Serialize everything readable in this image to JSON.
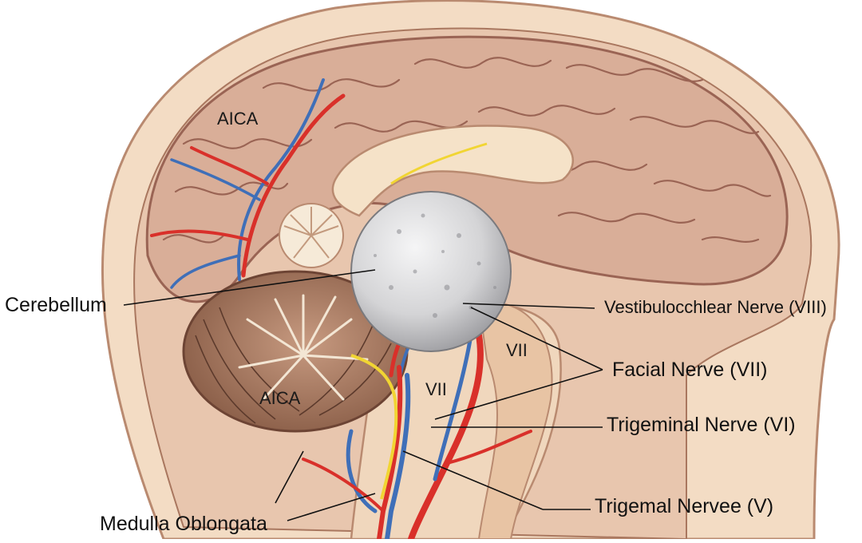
{
  "labels": {
    "cerebellum": "Cerebellum",
    "medulla": "Medulla Oblongata",
    "vestibulocochlear": "Vestibulocchlear Nerve (VIII)",
    "facial": "Facial Nerve (VII)",
    "trigeminal_vi": "Trigeminal Nerve (VI)",
    "trigemal_v": "Trigemal Nervee (V)",
    "aica_top": "AICA",
    "aica_cerebellum": "AICA",
    "vii_brainstem": "VII",
    "vii_pons": "VII"
  },
  "colors": {
    "background": "#ffffff",
    "skin": "#f3dcc4",
    "brain_fill": "#d9ae98",
    "brain_sulci": "#9a6454",
    "cerebellum": "#9c7058",
    "tumor": "#d8d8da",
    "artery": "#d9302a",
    "vein": "#3f6fb8",
    "nerve": "#f1d533",
    "leader_line": "#111111"
  }
}
